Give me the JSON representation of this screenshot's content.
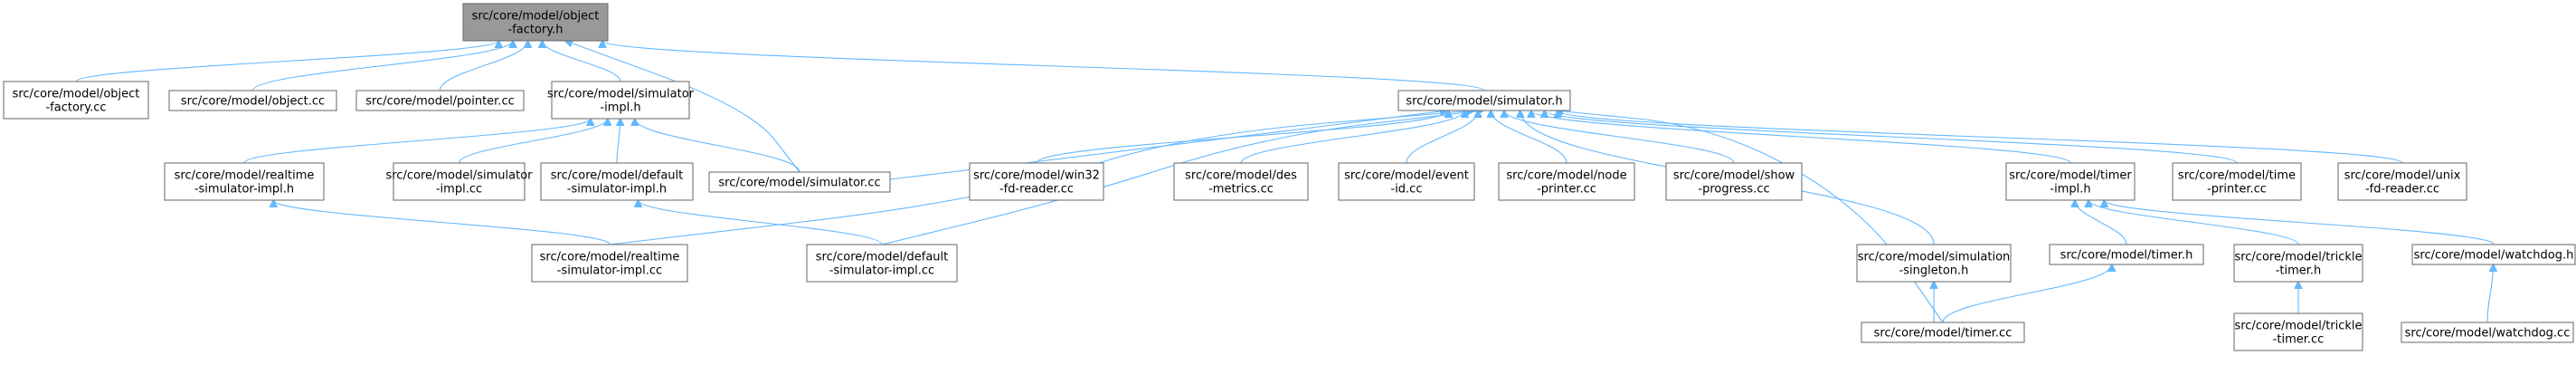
{
  "graph": {
    "colors": {
      "edge": "#63b8ff",
      "node_border": "#666666",
      "focus_fill": "#999999",
      "node_fill": "#ffffff"
    },
    "nodes": [
      {
        "id": "of_h",
        "lines": [
          "src/core/model/object",
          "-factory.h"
        ],
        "focus": true
      },
      {
        "id": "of_cc",
        "lines": [
          "src/core/model/object",
          "-factory.cc"
        ]
      },
      {
        "id": "obj_cc",
        "lines": [
          "src/core/model/object.cc"
        ]
      },
      {
        "id": "ptr_cc",
        "lines": [
          "src/core/model/pointer.cc"
        ]
      },
      {
        "id": "simimpl_h",
        "lines": [
          "src/core/model/simulator",
          "-impl.h"
        ]
      },
      {
        "id": "sim_h",
        "lines": [
          "src/core/model/simulator.h"
        ]
      },
      {
        "id": "rt_h",
        "lines": [
          "src/core/model/realtime",
          "-simulator-impl.h"
        ]
      },
      {
        "id": "simimpl_cc",
        "lines": [
          "src/core/model/simulator",
          "-impl.cc"
        ]
      },
      {
        "id": "def_h",
        "lines": [
          "src/core/model/default",
          "-simulator-impl.h"
        ]
      },
      {
        "id": "sim_cc",
        "lines": [
          "src/core/model/simulator.cc"
        ]
      },
      {
        "id": "win32",
        "lines": [
          "src/core/model/win32",
          "-fd-reader.cc"
        ]
      },
      {
        "id": "des",
        "lines": [
          "src/core/model/des",
          "-metrics.cc"
        ]
      },
      {
        "id": "event",
        "lines": [
          "src/core/model/event",
          "-id.cc"
        ]
      },
      {
        "id": "node",
        "lines": [
          "src/core/model/node",
          "-printer.cc"
        ]
      },
      {
        "id": "show",
        "lines": [
          "src/core/model/show",
          "-progress.cc"
        ]
      },
      {
        "id": "timerimpl",
        "lines": [
          "src/core/model/timer",
          "-impl.h"
        ]
      },
      {
        "id": "timeprn",
        "lines": [
          "src/core/model/time",
          "-printer.cc"
        ]
      },
      {
        "id": "unix",
        "lines": [
          "src/core/model/unix",
          "-fd-reader.cc"
        ]
      },
      {
        "id": "rt_cc",
        "lines": [
          "src/core/model/realtime",
          "-simulator-impl.cc"
        ]
      },
      {
        "id": "def_cc",
        "lines": [
          "src/core/model/default",
          "-simulator-impl.cc"
        ]
      },
      {
        "id": "singleton",
        "lines": [
          "src/core/model/simulation",
          "-singleton.h"
        ]
      },
      {
        "id": "timer_h",
        "lines": [
          "src/core/model/timer.h"
        ]
      },
      {
        "id": "trickle_h",
        "lines": [
          "src/core/model/trickle",
          "-timer.h"
        ]
      },
      {
        "id": "wd_h",
        "lines": [
          "src/core/model/watchdog.h"
        ]
      },
      {
        "id": "timer_cc",
        "lines": [
          "src/core/model/timer.cc"
        ]
      },
      {
        "id": "trickle_cc",
        "lines": [
          "src/core/model/trickle",
          "-timer.cc"
        ]
      },
      {
        "id": "wd_cc",
        "lines": [
          "src/core/model/watchdog.cc"
        ]
      }
    ],
    "edges": [
      {
        "from": "of_cc",
        "to": "of_h"
      },
      {
        "from": "obj_cc",
        "to": "of_h"
      },
      {
        "from": "ptr_cc",
        "to": "of_h"
      },
      {
        "from": "simimpl_h",
        "to": "of_h"
      },
      {
        "from": "sim_cc",
        "to": "of_h"
      },
      {
        "from": "sim_h",
        "to": "of_h"
      },
      {
        "from": "rt_h",
        "to": "simimpl_h"
      },
      {
        "from": "simimpl_cc",
        "to": "simimpl_h"
      },
      {
        "from": "def_h",
        "to": "simimpl_h"
      },
      {
        "from": "sim_cc",
        "to": "simimpl_h"
      },
      {
        "from": "sim_cc",
        "to": "sim_h"
      },
      {
        "from": "rt_cc",
        "to": "sim_h"
      },
      {
        "from": "def_cc",
        "to": "sim_h"
      },
      {
        "from": "win32",
        "to": "sim_h"
      },
      {
        "from": "des",
        "to": "sim_h"
      },
      {
        "from": "event",
        "to": "sim_h"
      },
      {
        "from": "node",
        "to": "sim_h"
      },
      {
        "from": "show",
        "to": "sim_h"
      },
      {
        "from": "singleton",
        "to": "sim_h"
      },
      {
        "from": "timer_cc",
        "to": "sim_h"
      },
      {
        "from": "timerimpl",
        "to": "sim_h"
      },
      {
        "from": "timeprn",
        "to": "sim_h"
      },
      {
        "from": "unix",
        "to": "sim_h"
      },
      {
        "from": "rt_cc",
        "to": "rt_h"
      },
      {
        "from": "def_cc",
        "to": "def_h"
      },
      {
        "from": "timer_cc",
        "to": "singleton"
      },
      {
        "from": "timer_h",
        "to": "timerimpl"
      },
      {
        "from": "trickle_h",
        "to": "timerimpl"
      },
      {
        "from": "wd_h",
        "to": "timerimpl"
      },
      {
        "from": "timer_cc",
        "to": "timer_h"
      },
      {
        "from": "trickle_cc",
        "to": "trickle_h"
      },
      {
        "from": "wd_cc",
        "to": "wd_h"
      }
    ]
  }
}
